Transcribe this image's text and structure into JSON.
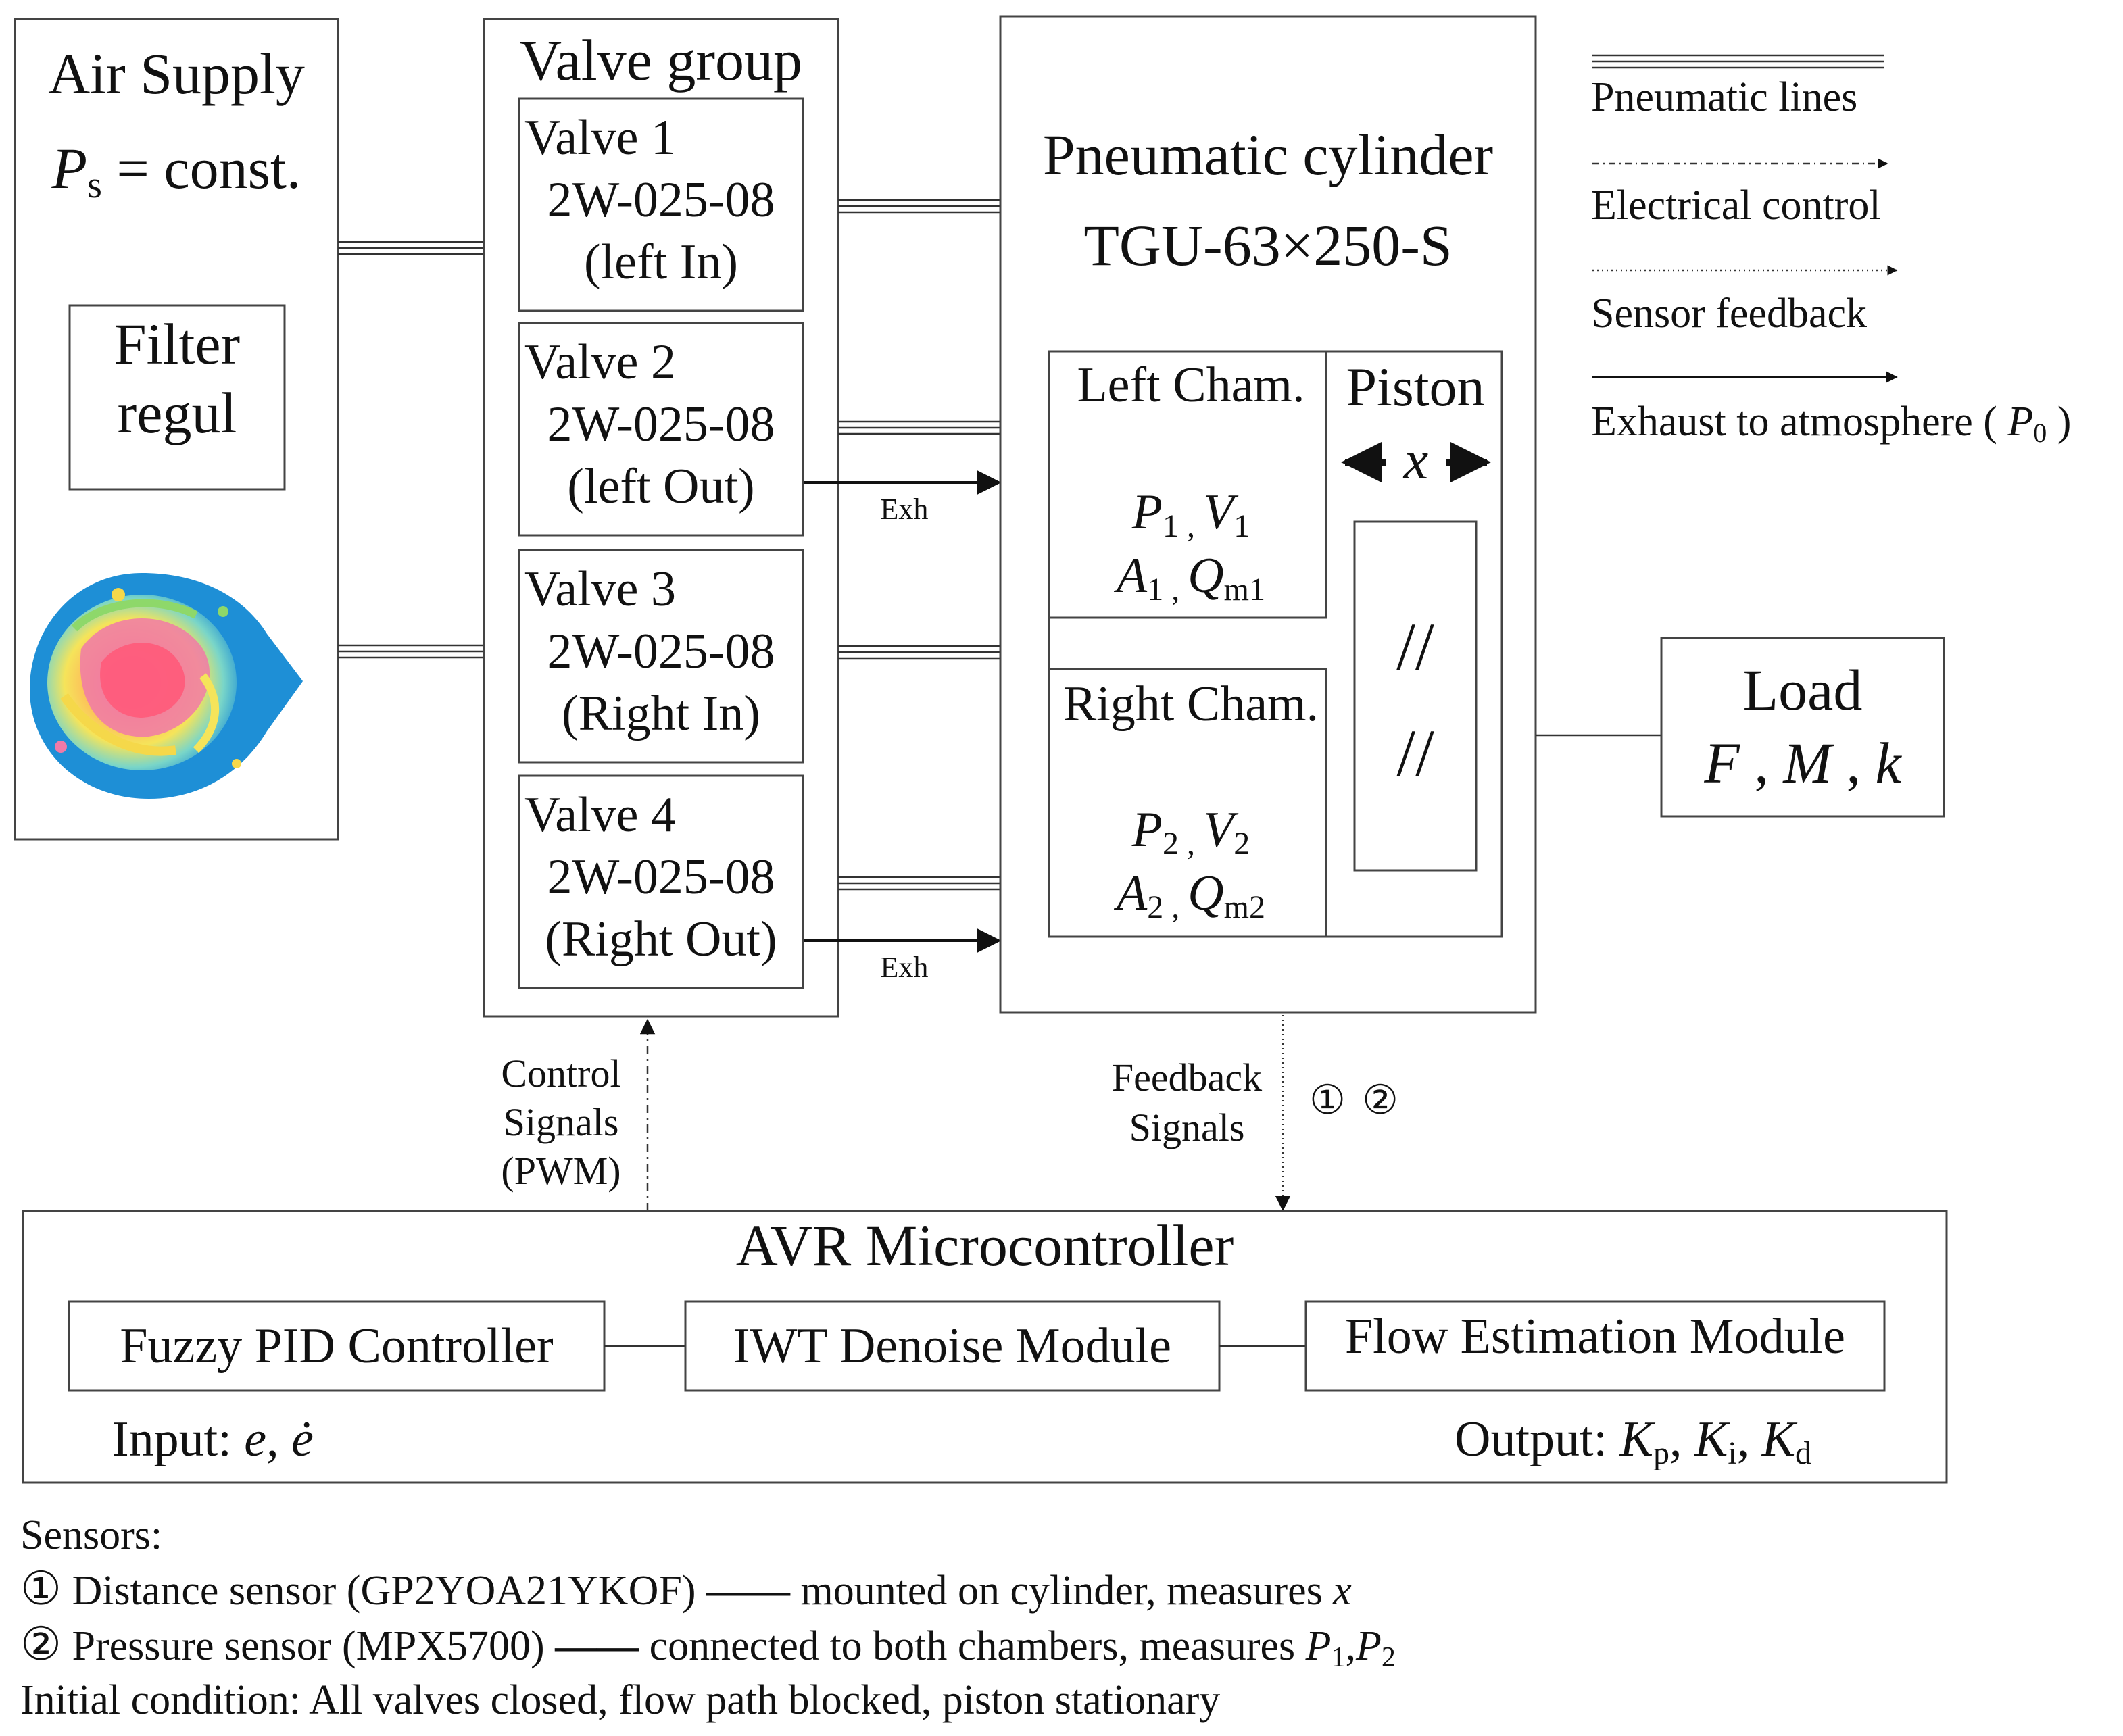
{
  "air_supply": {
    "title": "Air Supply",
    "pressure_symbol": "P",
    "pressure_sub": "s",
    "pressure_text": " = const.",
    "filter_line1": "Filter",
    "filter_line2": "regul"
  },
  "valve_group": {
    "title": "Valve group",
    "valves": [
      {
        "name": "Valve 1",
        "model": "2W-025-08",
        "role": "(left In)"
      },
      {
        "name": "Valve 2",
        "model": "2W-025-08",
        "role": "(left Out)"
      },
      {
        "name": "Valve 3",
        "model": "2W-025-08",
        "role": "(Right In)"
      },
      {
        "name": "Valve 4",
        "model": "2W-025-08",
        "role": "(Right Out)"
      }
    ],
    "exhaust_label": "Exh"
  },
  "cylinder": {
    "title": "Pneumatic cylinder",
    "model": "TGU-63×250-S",
    "left_chamber": {
      "label": "Left Cham.",
      "p": "P",
      "p_sub": "1",
      "v": "V",
      "v_sub": "1",
      "a": "A",
      "a_sub": "1",
      "q": "Q",
      "q_sub": "m1"
    },
    "right_chamber": {
      "label": "Right Cham.",
      "p": "P",
      "p_sub": "2",
      "v": "V",
      "v_sub": "2",
      "a": "A",
      "a_sub": "2",
      "q": "Q",
      "q_sub": "m2"
    },
    "piston": {
      "label": "Piston",
      "var": "x",
      "break_mark": "//"
    }
  },
  "load": {
    "title": "Load",
    "vars": [
      "F",
      "M",
      "k"
    ]
  },
  "legend": {
    "pneumatic": "Pneumatic lines",
    "electrical": "Electrical control",
    "sensor": "Sensor feedback",
    "exhaust": "Exhaust to atmosphere ( ",
    "exhaust_symbol": "P",
    "exhaust_sub": "0",
    "exhaust_close": " )"
  },
  "signals": {
    "control": [
      "Control",
      "Signals",
      "(PWM)"
    ],
    "feedback": [
      "Feedback",
      "Signals"
    ],
    "feedback_marks": [
      "①",
      "②"
    ]
  },
  "mcu": {
    "title": "AVR Microcontroller",
    "modules": [
      "Fuzzy PID Controller",
      "IWT Denoise Module",
      "Flow Estimation Module"
    ],
    "input_label": "Input: ",
    "input_vars": [
      "e",
      "ė"
    ],
    "output_label": "Output: ",
    "output_vars": [
      {
        "sym": "K",
        "sub": "p"
      },
      {
        "sym": "K",
        "sub": "i"
      },
      {
        "sym": "K",
        "sub": "d"
      }
    ]
  },
  "notes": {
    "title": "Sensors:",
    "s1_mark": "①",
    "s1_text": " Distance sensor (GP2YOA21YKOF) ",
    "s1_after": " mounted on cylinder, measures ",
    "s1_var": "x",
    "s2_mark": "②",
    "s2_text": " Pressure sensor (MPX5700) ",
    "s2_after": " connected to both chambers, measures ",
    "s2_var1": "P",
    "s2_sub1": "1",
    "s2_var2": "P",
    "s2_sub2": "2",
    "initial": "Initial condition: All valves closed, flow path blocked, piston stationary"
  },
  "colors": {
    "line": "#333333",
    "text": "#111111",
    "blob_blue": "#1e8fd6",
    "blob_pink": "#f07aa8",
    "blob_yellow": "#f5d84a",
    "blob_green": "#8ed86a"
  }
}
